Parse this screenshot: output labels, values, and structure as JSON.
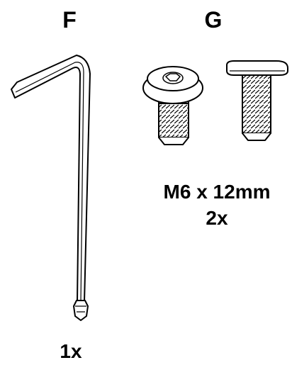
{
  "part_f": {
    "letter": "F",
    "quantity": "1x",
    "icon": "hex-key-icon"
  },
  "part_g": {
    "letter": "G",
    "spec": "M6 x 12mm",
    "quantity": "2x",
    "icons": [
      "screw-top-view-icon",
      "screw-side-view-icon"
    ]
  },
  "colors": {
    "line": "#000000",
    "background": "#ffffff"
  }
}
